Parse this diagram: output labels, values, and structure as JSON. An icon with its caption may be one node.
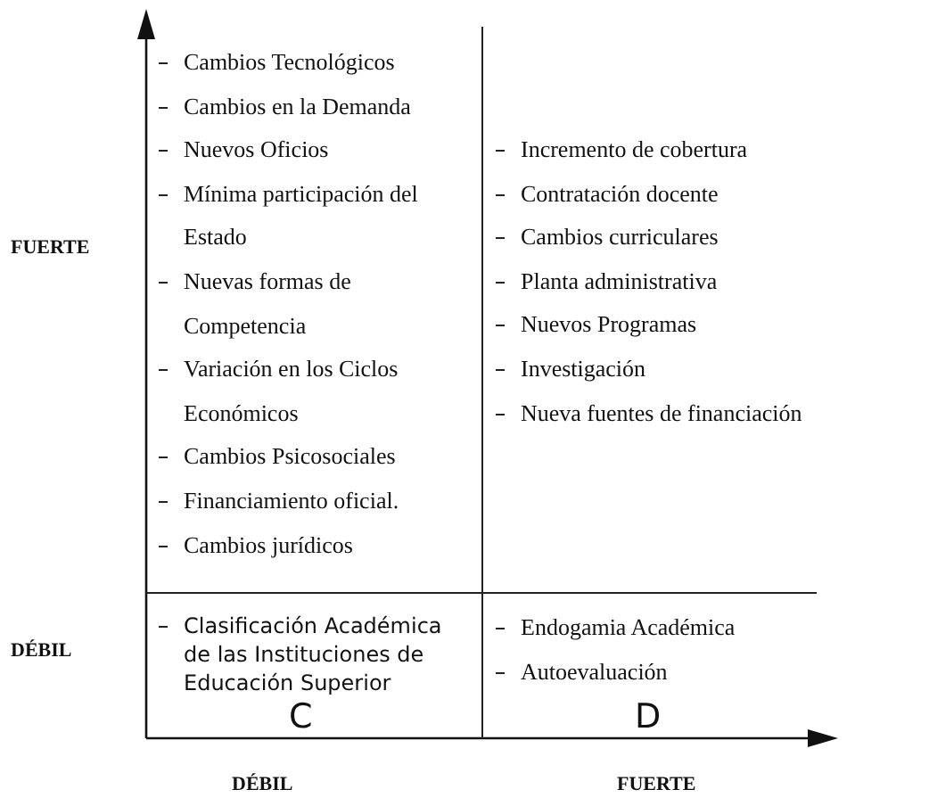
{
  "diagram": {
    "nodes": [
      {
        "text": [
          "Cambios Tecnológicos",
          "Cambios en la Demanda",
          "Nuevos Oficios",
          "Mínima participación del Estado",
          "Nuevas formas de Competencia",
          "Variación en los Ciclos Económicos",
          "Cambios Psicosociales",
          "Financiamiento oficial.",
          "Cambios jurídicos"
        ]
      },
      {
        "text": [
          "Incremento de cobertura",
          "Contratación docente",
          "Cambios curriculares",
          "Planta administrativa",
          "Nuevos Programas",
          "Investigación",
          "Nueva fuentes de financiación"
        ]
      },
      {
        "text": [
          "Clasificación Académica de las Instituciones de Educación Superior",
          "C"
        ]
      },
      {
        "text": [
          "Endogamia Académica",
          "Autoevaluación",
          "D"
        ]
      }
    ],
    "labels": [
      "FUERTE",
      "DÉBIL",
      "DÉBIL",
      "FUERTE"
    ]
  }
}
